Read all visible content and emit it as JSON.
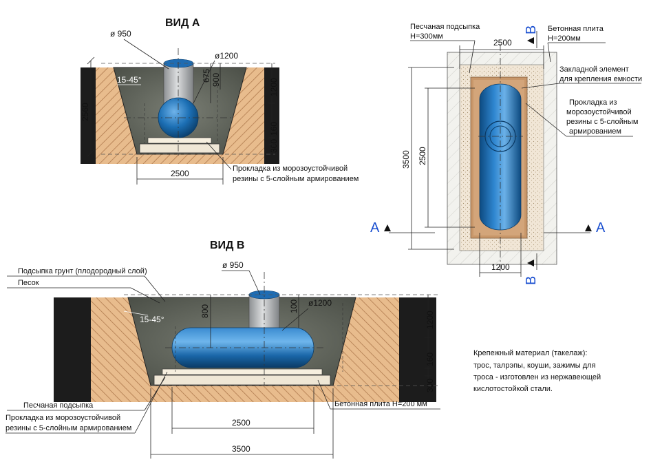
{
  "view_a": {
    "title": "ВИД А",
    "d_neck": "ø 950",
    "d_tank": "ø1200",
    "dim_675": "675",
    "dim_900": "900",
    "angle": "15-45°",
    "dim_2560": "2560",
    "dim_1200": "1200",
    "dim_160": "160",
    "dim_300": "300",
    "dim_2500": "2500",
    "note_line1": "Прокладка из морозоустойчивой",
    "note_line2": "резины с 5-слойным армированием"
  },
  "view_b": {
    "title": "ВИД В",
    "d_neck": "ø 950",
    "d_tank": "ø1200",
    "dim_100": "100",
    "dim_800": "800",
    "angle": "15-45°",
    "dim_1200": "1200",
    "dim_160": "160",
    "dim_300": "300",
    "dim_2500": "2500",
    "dim_3500": "3500",
    "label_soil": "Подсыпка грунт (плодородный слой)",
    "label_sand": "Песок",
    "label_sand_bed": "Песчаная подсыпка",
    "label_gasket1": "Прокладка из морозоустойчивой",
    "label_gasket2": "резины с 5-слойным армированием",
    "label_slab": "Бетонная плита Н=200 мм"
  },
  "plan": {
    "label_sand1": "Песчаная подсыпка",
    "label_sand2": "Н=300мм",
    "label_slab1": "Бетонная плита",
    "label_slab2": "Н=200мм",
    "label_embed1": "Закладной элемент",
    "label_embed2": "для крепления емкости",
    "label_gasket1": "Прокладка из",
    "label_gasket2": "морозоустойчивой",
    "label_gasket3": "резины с 5-слойным",
    "label_gasket4": "армированием",
    "dim_2500_top": "2500",
    "dim_3500": "3500",
    "dim_2500_side": "2500",
    "dim_1200": "1200",
    "sec_a": "A",
    "sec_b": "B"
  },
  "note": {
    "line1": "Крепежный материал (такелаж):",
    "line2": "трос, талрэпы, коуши, зажимы для",
    "line3": "троса - изготовлен из нержавеющей",
    "line4": "кислотостойкой стали."
  },
  "colors": {
    "soil": "#e6b98a",
    "fill": "#5d6157",
    "tank": "#1f6fb5",
    "neck": "#b9bbbd",
    "dark": "#1a1a1a",
    "section": "#1a4fd0"
  }
}
